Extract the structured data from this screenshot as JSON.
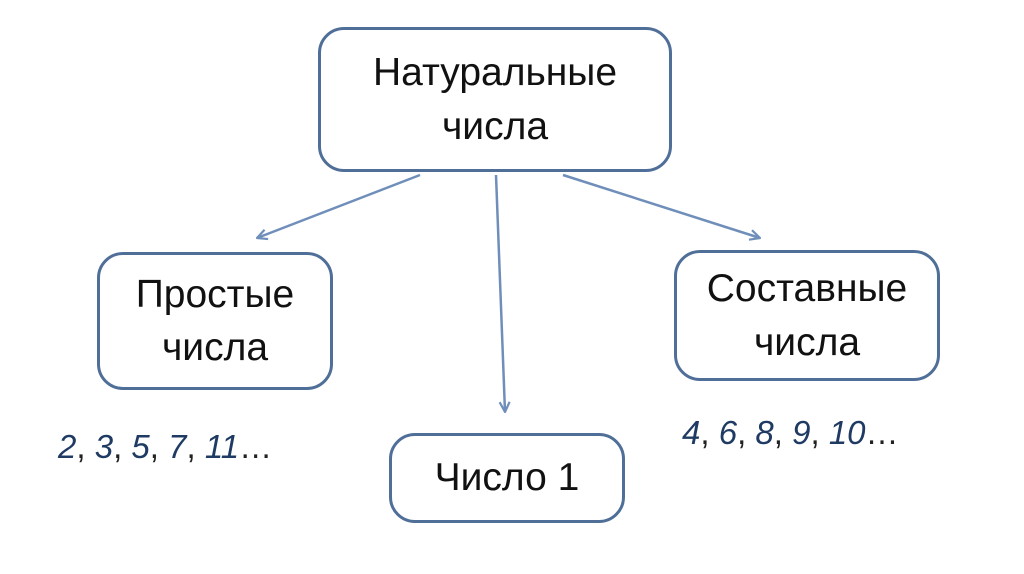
{
  "root": {
    "line1": "Натуральные",
    "line2": "числа"
  },
  "prime": {
    "line1": "Простые",
    "line2": "числа",
    "examples": [
      "2",
      "3",
      "5",
      "7",
      "11"
    ]
  },
  "composite": {
    "line1": "Составные",
    "line2": "числа",
    "examples": [
      "4",
      "6",
      "8",
      "9",
      "10"
    ]
  },
  "one": {
    "label": "Число 1"
  },
  "colors": {
    "border": "#4f6f98",
    "arrow": "#6f8fba",
    "example_numbers": "#1f3a63"
  }
}
